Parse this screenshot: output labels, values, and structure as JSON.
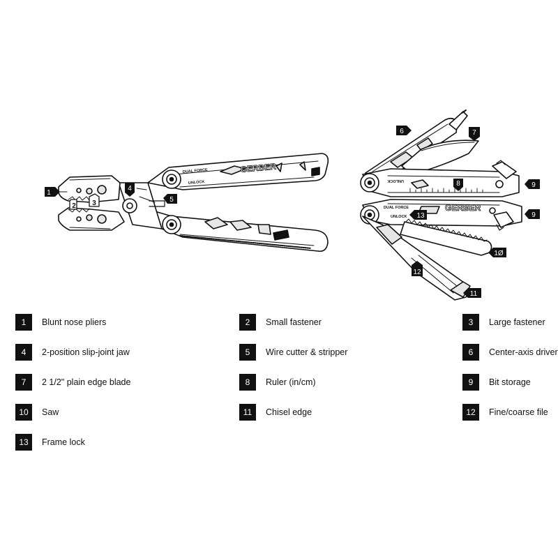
{
  "brand": {
    "logo_text": "GERBER",
    "model_text": "DUAL FORCE",
    "unlock_text": "UNLOCK"
  },
  "callouts": [
    "1",
    "2",
    "3",
    "4",
    "5",
    "6",
    "7",
    "8",
    "9",
    "9",
    "1Ø",
    "11",
    "12",
    "13"
  ],
  "legend": [
    {
      "num": "1",
      "label": "Blunt nose pliers"
    },
    {
      "num": "2",
      "label": "Small fastener"
    },
    {
      "num": "3",
      "label": "Large fastener"
    },
    {
      "num": "4",
      "label": "2-position slip-joint jaw"
    },
    {
      "num": "5",
      "label": "Wire cutter & stripper"
    },
    {
      "num": "6",
      "label": "Center-axis driver"
    },
    {
      "num": "7",
      "label": "2 1/2\" plain edge blade"
    },
    {
      "num": "8",
      "label": "Ruler (in/cm)"
    },
    {
      "num": "9",
      "label": "Bit storage"
    },
    {
      "num": "10",
      "label": "Saw"
    },
    {
      "num": "11",
      "label": "Chisel edge"
    },
    {
      "num": "12",
      "label": "Fine/coarse file"
    },
    {
      "num": "13",
      "label": "Frame lock"
    }
  ],
  "colors": {
    "ink": "#111111",
    "paper": "#ffffff",
    "fill": "#e6e6e6"
  }
}
